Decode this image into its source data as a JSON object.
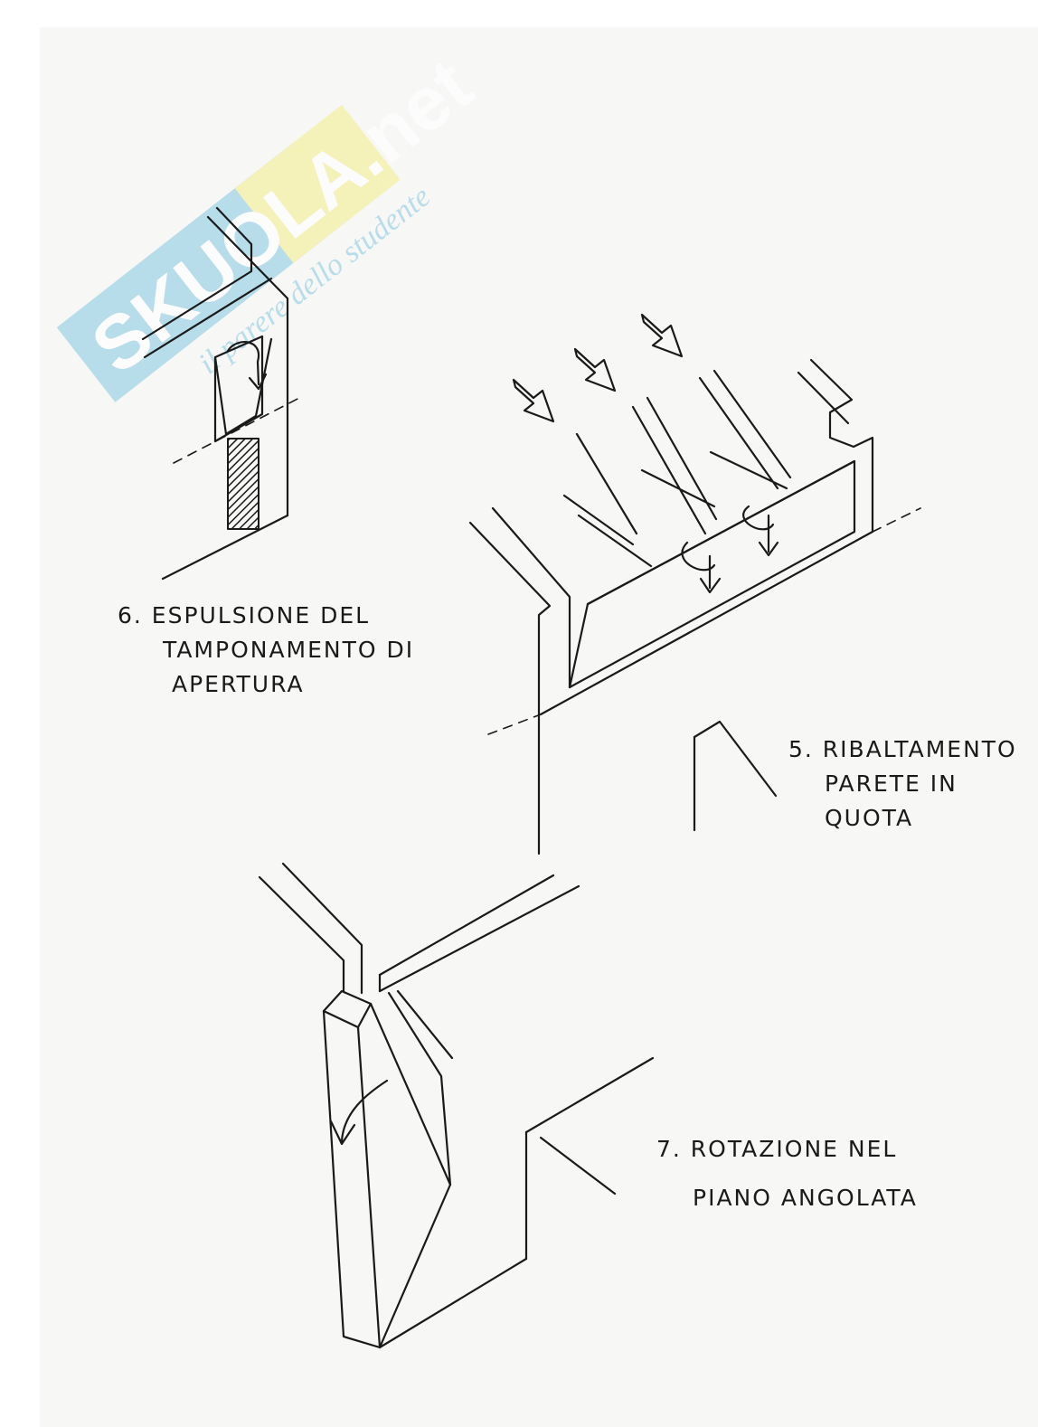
{
  "watermark": {
    "logo_text": "SKUOLA.net",
    "tagline": "il parere dello studente",
    "colors": {
      "primary": "#9ed3e6",
      "accent": "#f3efa0"
    }
  },
  "captions": {
    "mechanism_5": {
      "line1": "5. RIBALTAMENTO",
      "line2": "PARETE IN",
      "line3": "QUOTA"
    },
    "mechanism_6": {
      "line1": "6. ESPULSIONE DEL",
      "line2": "TAMPONAMENTO DI",
      "line3": "APERTURA"
    },
    "mechanism_7": {
      "line1": "7. ROTAZIONE NEL",
      "line2": "PIANO ANGOLATA"
    }
  },
  "colors": {
    "ink": "#1a1a1a",
    "paper": "#f7f7f5"
  }
}
